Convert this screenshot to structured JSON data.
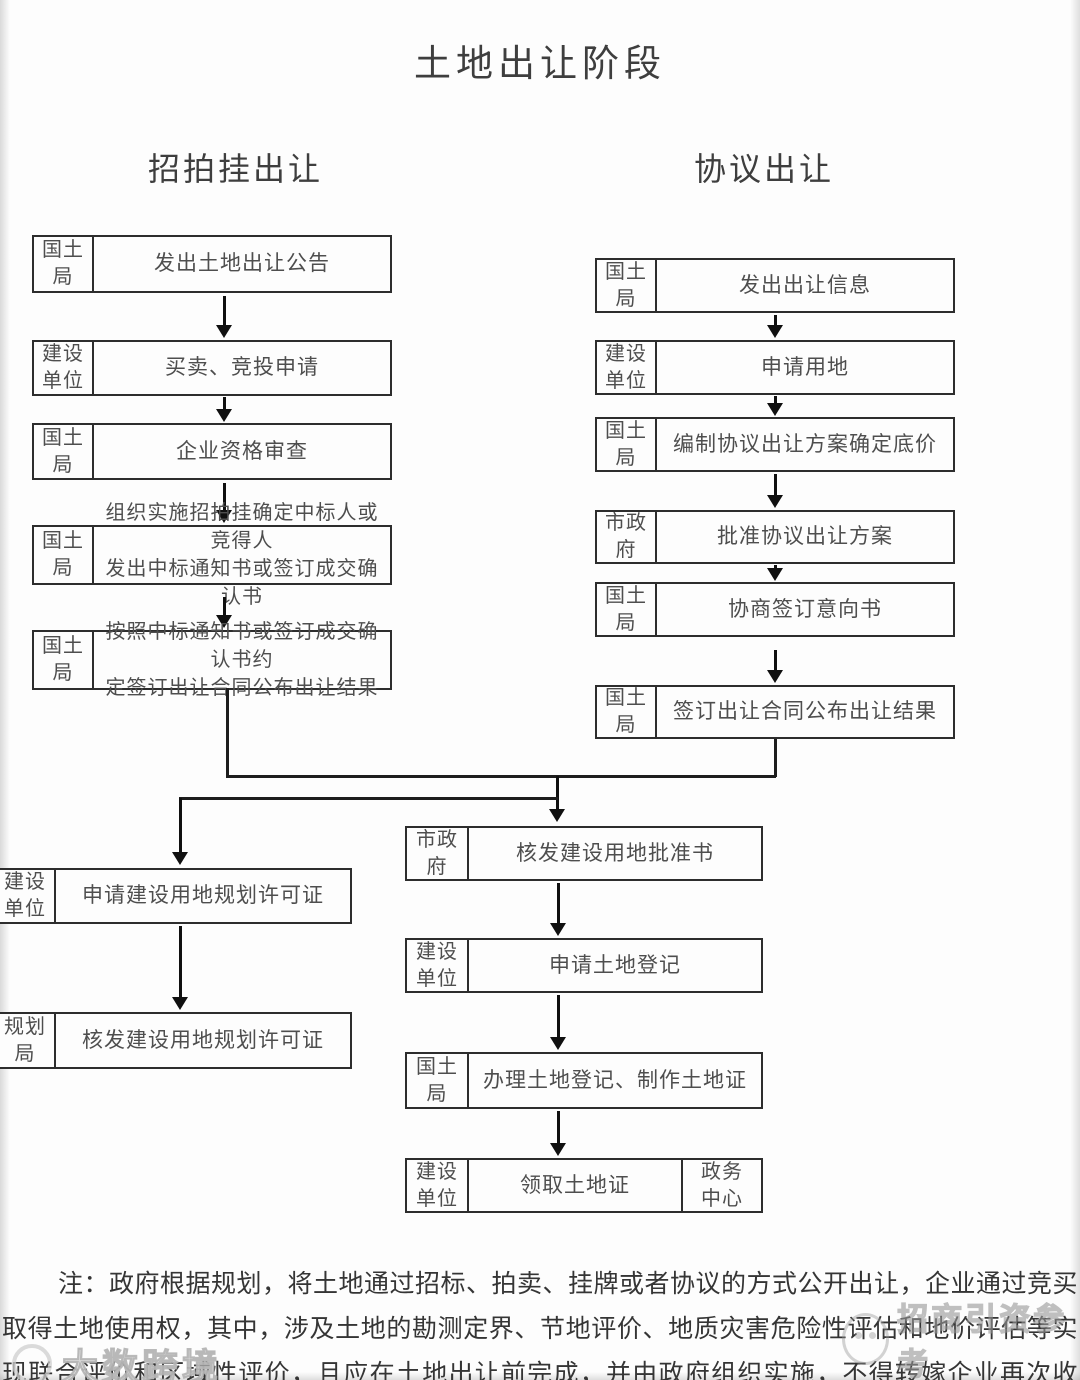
{
  "title": "土地出让阶段",
  "note": "注：政府根据规划，将土地通过招标、拍卖、挂牌或者协议的方式公开出让，企业通过竞买取得土地使用权，其中，涉及土地的勘测定界、节地评价、地质灾害危险性评估和地价评估等实现联合评价和区域性评价，且应在土地出让前完成，并由政府组织实施，不得转嫁企业再次收费。",
  "watermarks": {
    "right": "招商引资参考",
    "left": "大数跨境"
  },
  "colors": {
    "background": "#fdfdfd",
    "box_border": "#2d2d2d",
    "box_text": "#4e4e4e",
    "arrow": "#101010",
    "note_text": "#353535"
  },
  "flows": {
    "left": {
      "header": "招拍挂出让",
      "steps": [
        {
          "actor": "国土\n局",
          "action": "发出土地出让公告"
        },
        {
          "actor": "建设\n单位",
          "action": "买卖、竞投申请"
        },
        {
          "actor": "国土\n局",
          "action": "企业资格审查"
        },
        {
          "actor": "国土\n局",
          "action": "组织实施招拍挂确定中标人或竞得人\n发出中标通知书或签订成交确认书"
        },
        {
          "actor": "国土\n局",
          "action": "按照中标通知书或签订成交确认书约\n定签订出让合同公布出让结果"
        }
      ]
    },
    "right": {
      "header": "协议出让",
      "steps": [
        {
          "actor": "国土\n局",
          "action": "发出出让信息"
        },
        {
          "actor": "建设\n单位",
          "action": "申请用地"
        },
        {
          "actor": "国土\n局",
          "action": "编制协议出让方案确定底价"
        },
        {
          "actor": "市政\n府",
          "action": "批准协议出让方案"
        },
        {
          "actor": "国土\n局",
          "action": "协商签订意向书"
        },
        {
          "actor": "国土\n局",
          "action": "签订出让合同公布出让结果"
        }
      ]
    },
    "bottom_left": {
      "steps": [
        {
          "actor": "建设\n单位",
          "action": "申请建设用地规划许可证"
        },
        {
          "actor": "规划\n局",
          "action": "核发建设用地规划许可证"
        }
      ]
    },
    "bottom_middle": {
      "steps": [
        {
          "actor": "市政\n府",
          "action": "核发建设用地批准书"
        },
        {
          "actor": "建设\n单位",
          "action": "申请土地登记"
        },
        {
          "actor": "国土\n局",
          "action": "办理土地登记、制作土地证"
        },
        {
          "actor": "建设\n单位",
          "action": "领取土地证",
          "actor2": "政务\n中心"
        }
      ]
    }
  }
}
